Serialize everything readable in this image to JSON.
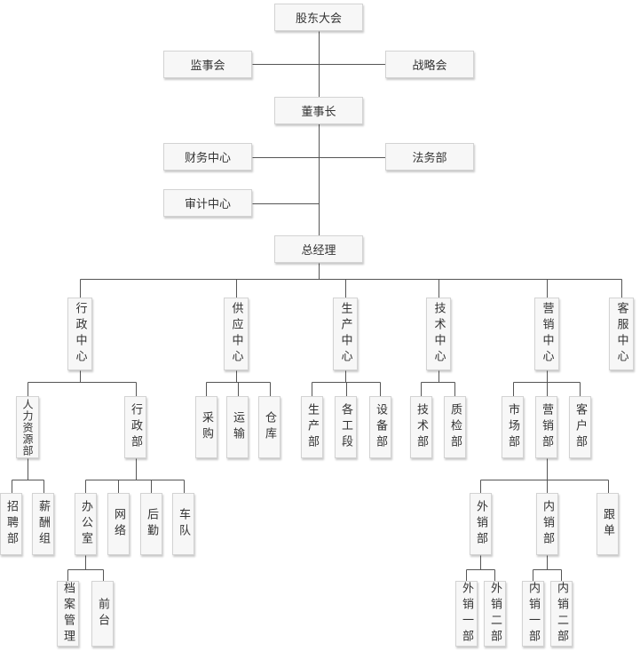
{
  "nodes": {
    "shareholders": "股东大会",
    "supervisory_board": "监事会",
    "strategy_committee": "战略会",
    "chairman": "董事长",
    "finance_center": "财务中心",
    "legal_dept": "法务部",
    "audit_center": "审计中心",
    "general_manager": "总经理",
    "admin_center": "行政中心",
    "supply_center": "供应中心",
    "production_center": "生产中心",
    "tech_center": "技术中心",
    "marketing_center": "营销中心",
    "customer_center": "客服中心",
    "hr_dept": "人力资源部",
    "admin_dept": "行政部",
    "recruiting": "招聘部",
    "compensation": "薪酬组",
    "office": "办公室",
    "network": "网络",
    "logistics": "后勤",
    "fleet": "车队",
    "archives": "档案管理",
    "front_desk": "前台",
    "purchasing": "采购",
    "transport": "运输",
    "warehouse": "仓库",
    "production_dept": "生产部",
    "sections": "各工段",
    "equipment_dept": "设备部",
    "tech_dept": "技术部",
    "qc_dept": "质检部",
    "market_dept": "市场部",
    "sales_dept": "营销部",
    "client_dept": "客户部",
    "export_sales": "外销部",
    "domestic_sales": "内销部",
    "follow_up": "跟单",
    "export_1": "外销一部",
    "export_2": "外销二部",
    "domestic_1": "内销一部",
    "domestic_2": "内销二部"
  }
}
